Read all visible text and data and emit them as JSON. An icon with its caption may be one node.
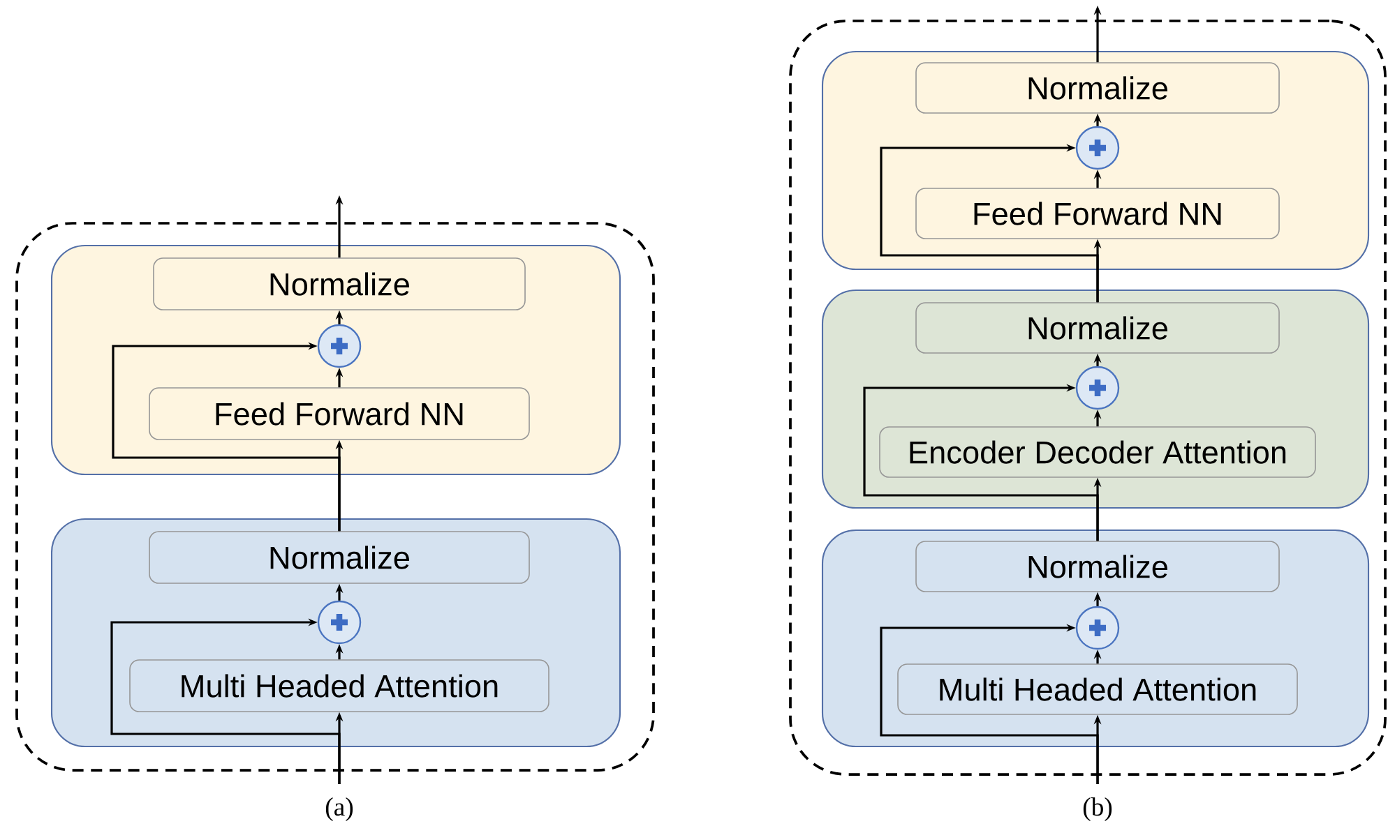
{
  "diagram": {
    "nodes": [
      {
        "text": [],
        "shape": "box"
      },
      {
        "text": [],
        "shape": "box",
        "in": 0
      },
      {
        "text": [
          "Normalize"
        ],
        "in": 1
      },
      {
        "text": [],
        "shape": "circle",
        "in": 1
      },
      {
        "text": [
          "Feed Forward NN"
        ],
        "in": 1
      },
      {
        "text": [],
        "shape": "box",
        "in": 0
      },
      {
        "text": [
          "Normalize"
        ],
        "in": 5
      },
      {
        "text": [],
        "shape": "circle",
        "in": 5
      },
      {
        "text": [
          "Multi Headed Attention"
        ],
        "in": 5
      },
      {
        "text": [],
        "shape": "box"
      },
      {
        "text": [],
        "shape": "box",
        "in": 9
      },
      {
        "text": [
          "Normalize"
        ],
        "in": 10
      },
      {
        "text": [],
        "shape": "circle",
        "in": 10
      },
      {
        "text": [
          "Feed Forward NN"
        ],
        "in": 10
      },
      {
        "text": [],
        "shape": "box",
        "in": 9
      },
      {
        "text": [
          "Normalize"
        ],
        "in": 14
      },
      {
        "text": [],
        "shape": "circle",
        "in": 14
      },
      {
        "text": [
          "Encoder Decoder Attention"
        ],
        "in": 14
      },
      {
        "text": [],
        "shape": "box",
        "in": 9
      },
      {
        "text": [
          "Normalize"
        ],
        "in": 18
      },
      {
        "text": [],
        "shape": "circle",
        "in": 18
      },
      {
        "text": [
          "Multi Headed Attention"
        ],
        "in": 18
      }
    ],
    "edges": [
      {
        "from": null,
        "to": 8,
        "arrow": "to"
      },
      {
        "from": null,
        "to": 7,
        "arrow": "to"
      },
      {
        "from": 8,
        "to": 7,
        "arrow": "to"
      },
      {
        "from": 7,
        "to": 6,
        "arrow": "to"
      },
      {
        "from": 6,
        "to": 4,
        "arrow": "to"
      },
      {
        "from": 6,
        "to": 3,
        "arrow": "to"
      },
      {
        "from": 4,
        "to": 3,
        "arrow": "to"
      },
      {
        "from": 3,
        "to": 2,
        "arrow": "to"
      },
      {
        "from": 2,
        "to": null,
        "arrow": "to"
      },
      {
        "from": null,
        "to": 21,
        "arrow": "to"
      },
      {
        "from": null,
        "to": 20,
        "arrow": "to"
      },
      {
        "from": 21,
        "to": 20,
        "arrow": "to"
      },
      {
        "from": 20,
        "to": 19,
        "arrow": "to"
      },
      {
        "from": 19,
        "to": 17,
        "arrow": "to"
      },
      {
        "from": 19,
        "to": 16,
        "arrow": "to"
      },
      {
        "from": 17,
        "to": 16,
        "arrow": "to"
      },
      {
        "from": 16,
        "to": 15,
        "arrow": "to"
      },
      {
        "from": 15,
        "to": 13,
        "arrow": "to"
      },
      {
        "from": 15,
        "to": 12,
        "arrow": "to"
      },
      {
        "from": 13,
        "to": 12,
        "arrow": "to"
      },
      {
        "from": 12,
        "to": 11,
        "arrow": "to"
      },
      {
        "from": 11,
        "to": null,
        "arrow": "to"
      }
    ],
    "labels": [
      "(a)",
      "(b)"
    ]
  }
}
